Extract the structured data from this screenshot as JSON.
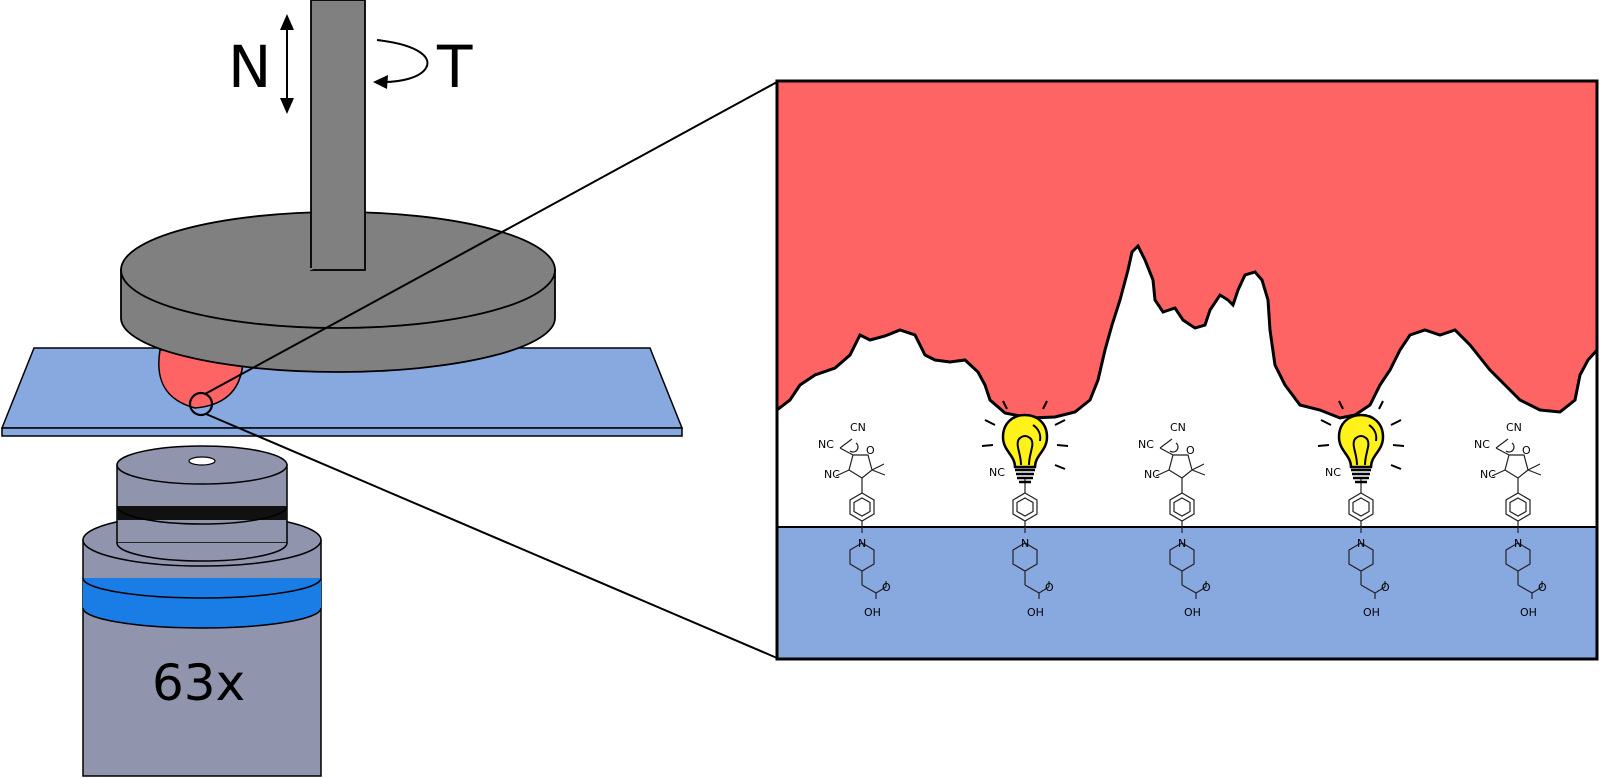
{
  "labels": {
    "normal_force": "N",
    "torque": "T",
    "objective": "63x"
  },
  "molecule_text": {
    "cn": "CN",
    "nc": "NC",
    "o": "O",
    "n": "N",
    "oh": "OH"
  },
  "colors": {
    "rubber_red": "#ff6464",
    "glass_blue": "#88a8e0",
    "plate_grey": "#808080",
    "objective_grey": "#9094ac",
    "objective_band": "#1a7de6",
    "bulb_yellow": "#fff21a"
  },
  "icons": [
    "double-arrow-icon",
    "rotation-arrow-icon",
    "light-bulb-icon",
    "fluorophore-molecule-icon"
  ]
}
